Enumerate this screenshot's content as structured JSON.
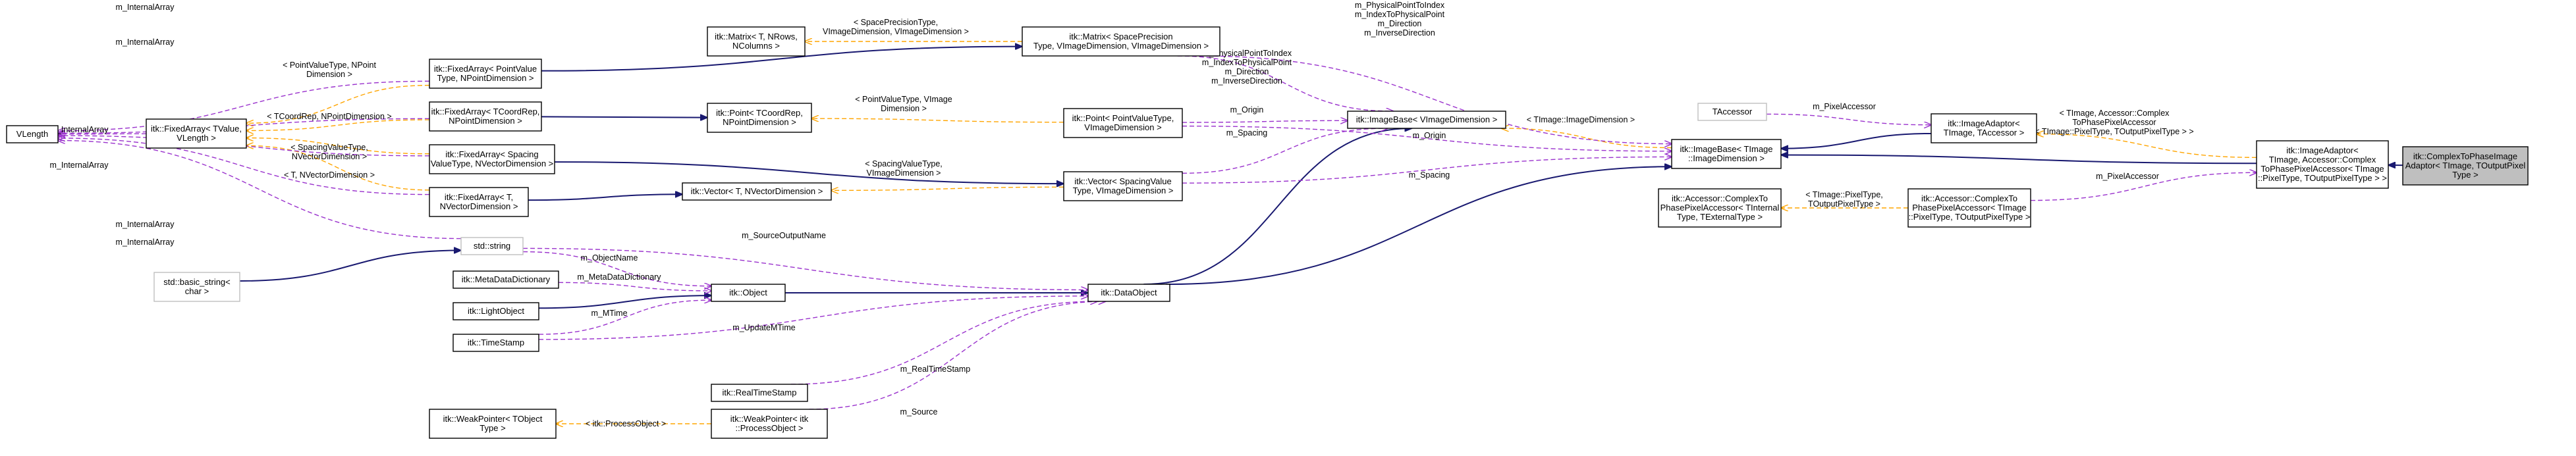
{
  "colors": {
    "inheritance": "#191970",
    "member": "#9a32cd",
    "template": "#ffa500",
    "focus_fill": "#bfbfbf",
    "external_border": "#bfbfbf"
  },
  "nodes": {
    "vlength": [
      "VLength"
    ],
    "fixedarray_tvalue": [
      "itk::FixedArray< TValue,",
      "VLength >"
    ],
    "fixedarray_point": [
      "itk::FixedArray< PointValue",
      "Type, NPointDimension >"
    ],
    "fixedarray_coord": [
      "itk::FixedArray< TCoordRep,",
      "NPointDimension >"
    ],
    "fixedarray_spacing": [
      "itk::FixedArray< Spacing",
      "ValueType, NVectorDimension >"
    ],
    "fixedarray_t": [
      "itk::FixedArray< T,",
      "NVectorDimension >"
    ],
    "matrix": [
      "itk::Matrix< T, NRows,",
      "NColumns >"
    ],
    "point_coord": [
      "itk::Point< TCoordRep,",
      "NPointDimension >"
    ],
    "vector_t": [
      "itk::Vector< T, NVectorDimension >"
    ],
    "matrix_spacing": [
      "itk::Matrix< SpacePrecision",
      "Type, VImageDimension, VImageDimension >"
    ],
    "point_value": [
      "itk::Point< PointValueType,",
      "VImageDimension >"
    ],
    "vector_spacing": [
      "itk::Vector< SpacingValue",
      "Type, VImageDimension >"
    ],
    "imagebase_v": [
      "itk::ImageBase< VImageDimension >"
    ],
    "imagebase_t": [
      "itk::ImageBase< TImage",
      "::ImageDimension >"
    ],
    "taccessor": [
      "TAccessor"
    ],
    "imageadaptor_t": [
      "itk::ImageAdaptor<",
      "TImage, TAccessor >"
    ],
    "imageadaptor_complex": [
      "itk::ImageAdaptor<",
      "TImage, Accessor::Complex",
      "ToPhasePixelAccessor< TImage",
      "::PixelType, TOutputPixelType > >"
    ],
    "focus": [
      "itk::ComplexToPhaseImage",
      "Adaptor< TImage, TOutputPixel",
      "Type >"
    ],
    "accessor_generic": [
      "itk::Accessor::ComplexTo",
      "PhasePixelAccessor< TInternal",
      "Type, TExternalType >"
    ],
    "accessor_pixel": [
      "itk::Accessor::ComplexTo",
      "PhasePixelAccessor< TImage",
      "::PixelType, TOutputPixelType >"
    ],
    "std_string": [
      "std::string"
    ],
    "basic_string": [
      "std::basic_string<",
      "char >"
    ],
    "metadatadictionary": [
      "itk::MetaDataDictionary"
    ],
    "lightobject": [
      "itk::LightObject"
    ],
    "timestamp": [
      "itk::TimeStamp"
    ],
    "object": [
      "itk::Object"
    ],
    "dataobject": [
      "itk::DataObject"
    ],
    "realtimestamp": [
      "itk::RealTimeStamp"
    ],
    "weakpointer_tobject": [
      "itk::WeakPointer< TObject",
      "Type >"
    ],
    "weakpointer_process": [
      "itk::WeakPointer< itk",
      "::ProcessObject >"
    ]
  },
  "edge_labels": {
    "internal_array_1": [
      "m_InternalArray"
    ],
    "internal_array_2": [
      "m_InternalArray"
    ],
    "internal_array_3": [
      "m_InternalArray"
    ],
    "internal_array_4": [
      "m_InternalArray"
    ],
    "internal_array_5": [
      "m_InternalArray"
    ],
    "internal_array_6": [
      "m_InternalArray"
    ],
    "tpl_point_value_npoint": [
      "< PointValueType, NPoint",
      "Dimension >"
    ],
    "tpl_tcoord_npoint": [
      "< TCoordRep, NPointDimension >"
    ],
    "tpl_spacing_nvector": [
      "< SpacingValueType,",
      "NVectorDimension >"
    ],
    "tpl_t_nvector": [
      "< T, NVectorDimension >"
    ],
    "tpl_space_precision": [
      "< SpacePrecisionType,",
      "VImageDimension, VImageDimension >"
    ],
    "tpl_point_value_vimage": [
      "< PointValueType, VImage",
      "Dimension >"
    ],
    "tpl_spacing_vimage": [
      "< SpacingValueType,",
      "VImageDimension >"
    ],
    "member_direction_group": [
      "m_PhysicalPointToIndex",
      "m_IndexToPhysicalPoint",
      "m_Direction",
      "m_InverseDirection"
    ],
    "origin_1": [
      "m_Origin"
    ],
    "origin_2": [
      "m_Origin"
    ],
    "spacing_1": [
      "m_Spacing"
    ],
    "spacing_2": [
      "m_Spacing"
    ],
    "tpl_timage_dimension": [
      "< TImage::ImageDimension >"
    ],
    "member_direction_group_top": [
      "m_PhysicalPointToIndex",
      "m_IndexToPhysicalPoint",
      "m_Direction",
      "m_InverseDirection"
    ],
    "pixel_accessor_1": [
      "m_PixelAccessor"
    ],
    "pixel_accessor_2": [
      "m_PixelAccessor"
    ],
    "tpl_timage_accessor": [
      "< TImage, Accessor::Complex",
      "ToPhasePixelAccessor",
      "< TImage::PixelType, TOutputPixelType > >"
    ],
    "tpl_timage_pixeltype": [
      "< TImage::PixelType,",
      "TOutputPixelType >"
    ],
    "source_output_name": [
      "m_SourceOutputName"
    ],
    "object_name": [
      "m_ObjectName"
    ],
    "meta_data_dictionary": [
      "m_MetaDataDictionary"
    ],
    "mtime": [
      "m_MTime"
    ],
    "update_mtime": [
      "m_UpdateMTime"
    ],
    "real_time_stamp": [
      "m_RealTimeStamp"
    ],
    "source": [
      "m_Source"
    ],
    "tpl_process_object": [
      "< itk::ProcessObject >"
    ]
  }
}
